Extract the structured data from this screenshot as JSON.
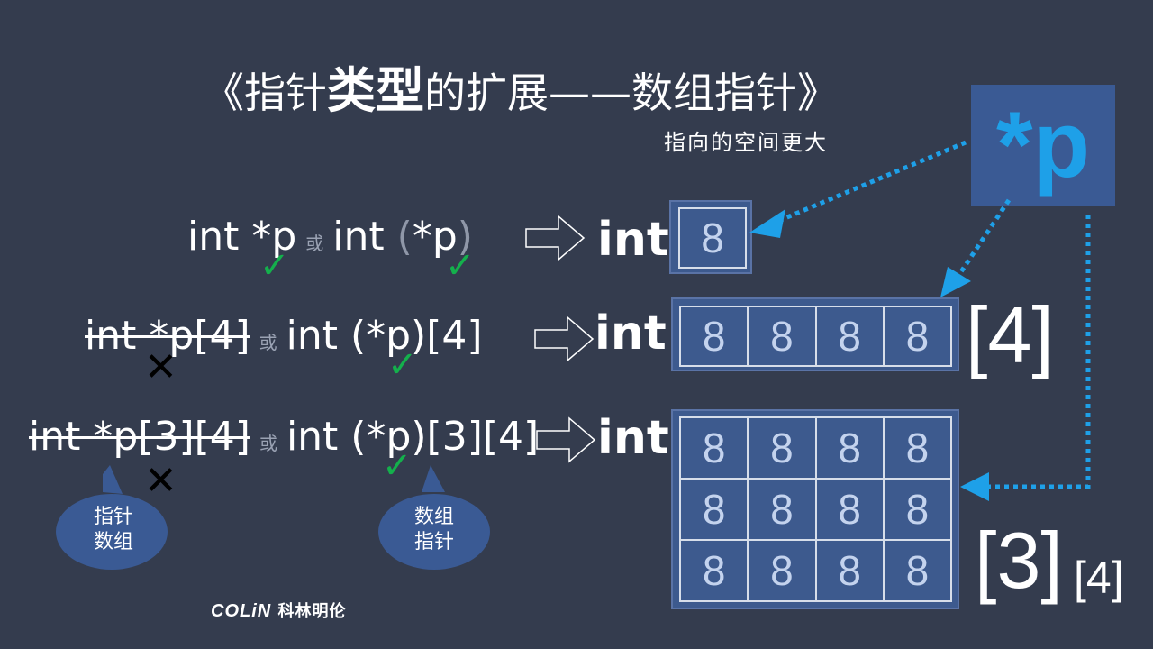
{
  "title": {
    "open": "《指针",
    "bold": "类型",
    "close": "的扩展——数组指针》"
  },
  "subtitle": "指向的空间更大",
  "rows": [
    {
      "left_a": "int *p",
      "or": "或",
      "right_prefix": "int ",
      "right_paren_open": "(",
      "right_mid": "*p",
      "right_paren_close": ")",
      "int_label": "int"
    },
    {
      "left_a": "int *p[4]",
      "or": "或",
      "right": "int (*p)[4]",
      "int_label": "int"
    },
    {
      "left_a": "int *p[3][4]",
      "or": "或",
      "right": "int (*p)[3][4]",
      "int_label": "int"
    }
  ],
  "marks": {
    "check": "✓",
    "cross": "✕"
  },
  "cells": {
    "single": [
      "8"
    ],
    "row4": [
      "8",
      "8",
      "8",
      "8"
    ],
    "grid": [
      "8",
      "8",
      "8",
      "8",
      "8",
      "8",
      "8",
      "8",
      "8",
      "8",
      "8",
      "8"
    ]
  },
  "dims": {
    "d4": "[4]",
    "d3": "[3]",
    "d34_small": "[4]"
  },
  "pointer_label": "*p",
  "bubbles": [
    {
      "line1": "指针",
      "line2": "数组"
    },
    {
      "line1": "数组",
      "line2": "指针"
    }
  ],
  "logo": {
    "brand": "COLiN",
    "cn": "科林明伦"
  },
  "colors": {
    "background": "#343c4e",
    "cell_bg": "#3d5a8e",
    "pointer_accent": "#1ea0e8",
    "check": "#14b04c",
    "bubble": "#3a5a94"
  }
}
